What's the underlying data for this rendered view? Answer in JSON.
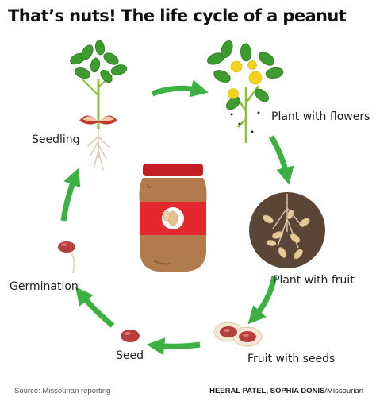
{
  "title": "That’s nuts! The life cycle of a peanut",
  "stages": {
    "seedling": "Seedling",
    "plant_with_flowers": "Plant with flowers",
    "plant_with_fruit": "Plant with fruit",
    "fruit_with_seeds": "Fruit with seeds",
    "seed": "Seed",
    "germination": "Germination"
  },
  "footer": {
    "source": "Source: Missourian reporting",
    "credit_names": "HEERAL PATEL, SOPHIA DONIS",
    "credit_org": "/Missourian"
  },
  "colors": {
    "arrow": "#3cb043",
    "leaf": "#2e8b2e",
    "flower": "#f2d21b",
    "jar_body": "#b27b4e",
    "jar_lid": "#c41e24",
    "jar_label": "#e3282e",
    "seed": "#b73e3e"
  }
}
